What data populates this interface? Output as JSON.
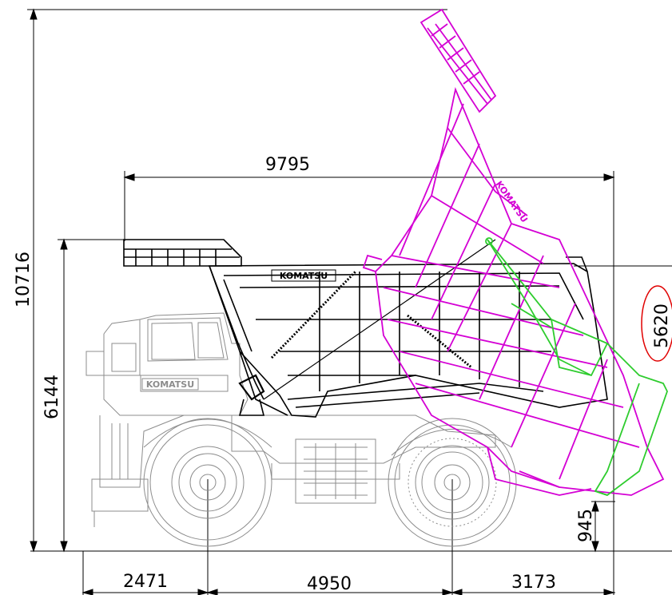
{
  "dimensions": {
    "overall_height": "10716",
    "body_length": "9795",
    "loaded_height": "6144",
    "dump_clearance_circled": "5620",
    "rear_ground_clearance": "945",
    "front_overhang": "2471",
    "wheelbase": "4950",
    "rear_overhang": "3173"
  },
  "logo": {
    "cab_text": "KOMATSU",
    "body_text": "KOMATSU"
  },
  "colors": {
    "truck": "#000000",
    "chassis": "#8c8c8c",
    "raised_body": "#d400d4",
    "tailgate": "#2ecc2e",
    "highlight_circle": "#e00000"
  }
}
